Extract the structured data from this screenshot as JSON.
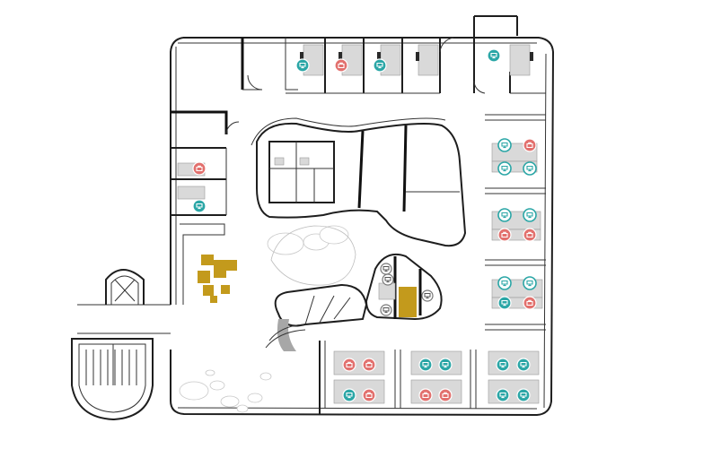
{
  "floor_plan": {
    "colors": {
      "available": "#2aa6a6",
      "occupied": "#e2706d",
      "desk": "#d9d9d9",
      "lounge": "#c39a1c",
      "wall": "#1e1e1e"
    },
    "markers": [
      {
        "zone": "top-office-1",
        "status": "available",
        "icon": "monitor-icon"
      },
      {
        "zone": "top-office-2",
        "status": "occupied",
        "icon": "briefcase-icon"
      },
      {
        "zone": "top-office-3",
        "status": "available",
        "icon": "monitor-icon"
      },
      {
        "zone": "top-right-office",
        "status": "available",
        "icon": "monitor-icon"
      },
      {
        "zone": "west-office-upper",
        "status": "occupied",
        "icon": "briefcase-icon"
      },
      {
        "zone": "west-office-lower",
        "status": "available",
        "icon": "monitor-icon"
      },
      {
        "zone": "east-cluster-1",
        "status": "selectable",
        "icon": "monitor-icon"
      },
      {
        "zone": "east-cluster-1",
        "status": "occupied",
        "icon": "briefcase-icon"
      },
      {
        "zone": "east-cluster-1",
        "status": "selectable",
        "icon": "monitor-icon"
      },
      {
        "zone": "east-cluster-1",
        "status": "selectable",
        "icon": "monitor-icon"
      },
      {
        "zone": "east-cluster-2",
        "status": "selectable",
        "icon": "monitor-icon"
      },
      {
        "zone": "east-cluster-2",
        "status": "selectable",
        "icon": "monitor-icon"
      },
      {
        "zone": "east-cluster-2",
        "status": "occupied",
        "icon": "briefcase-icon"
      },
      {
        "zone": "east-cluster-2",
        "status": "occupied",
        "icon": "briefcase-icon"
      },
      {
        "zone": "east-cluster-3",
        "status": "selectable",
        "icon": "monitor-icon"
      },
      {
        "zone": "east-cluster-3",
        "status": "selectable",
        "icon": "monitor-icon"
      },
      {
        "zone": "east-cluster-3",
        "status": "available",
        "icon": "monitor-icon"
      },
      {
        "zone": "east-cluster-3",
        "status": "occupied",
        "icon": "briefcase-icon"
      },
      {
        "zone": "bottom-cluster-1",
        "status": "occupied",
        "icon": "briefcase-icon"
      },
      {
        "zone": "bottom-cluster-1",
        "status": "occupied",
        "icon": "briefcase-icon"
      },
      {
        "zone": "bottom-cluster-1",
        "status": "available",
        "icon": "monitor-icon"
      },
      {
        "zone": "bottom-cluster-1",
        "status": "occupied",
        "icon": "briefcase-icon"
      },
      {
        "zone": "bottom-cluster-2",
        "status": "available",
        "icon": "monitor-icon"
      },
      {
        "zone": "bottom-cluster-2",
        "status": "available",
        "icon": "monitor-icon"
      },
      {
        "zone": "bottom-cluster-2",
        "status": "occupied",
        "icon": "briefcase-icon"
      },
      {
        "zone": "bottom-cluster-2",
        "status": "occupied",
        "icon": "briefcase-icon"
      },
      {
        "zone": "bottom-cluster-3",
        "status": "available",
        "icon": "monitor-icon"
      },
      {
        "zone": "bottom-cluster-3",
        "status": "available",
        "icon": "monitor-icon"
      },
      {
        "zone": "bottom-cluster-3",
        "status": "available",
        "icon": "monitor-icon"
      },
      {
        "zone": "bottom-cluster-3",
        "status": "available",
        "icon": "monitor-icon"
      },
      {
        "zone": "meeting-pod",
        "status": "neutral",
        "icon": "monitor-icon"
      },
      {
        "zone": "meeting-pod",
        "status": "neutral",
        "icon": "monitor-icon"
      },
      {
        "zone": "meeting-pod",
        "status": "neutral",
        "icon": "monitor-icon"
      },
      {
        "zone": "meeting-pod",
        "status": "neutral",
        "icon": "monitor-icon"
      }
    ]
  }
}
